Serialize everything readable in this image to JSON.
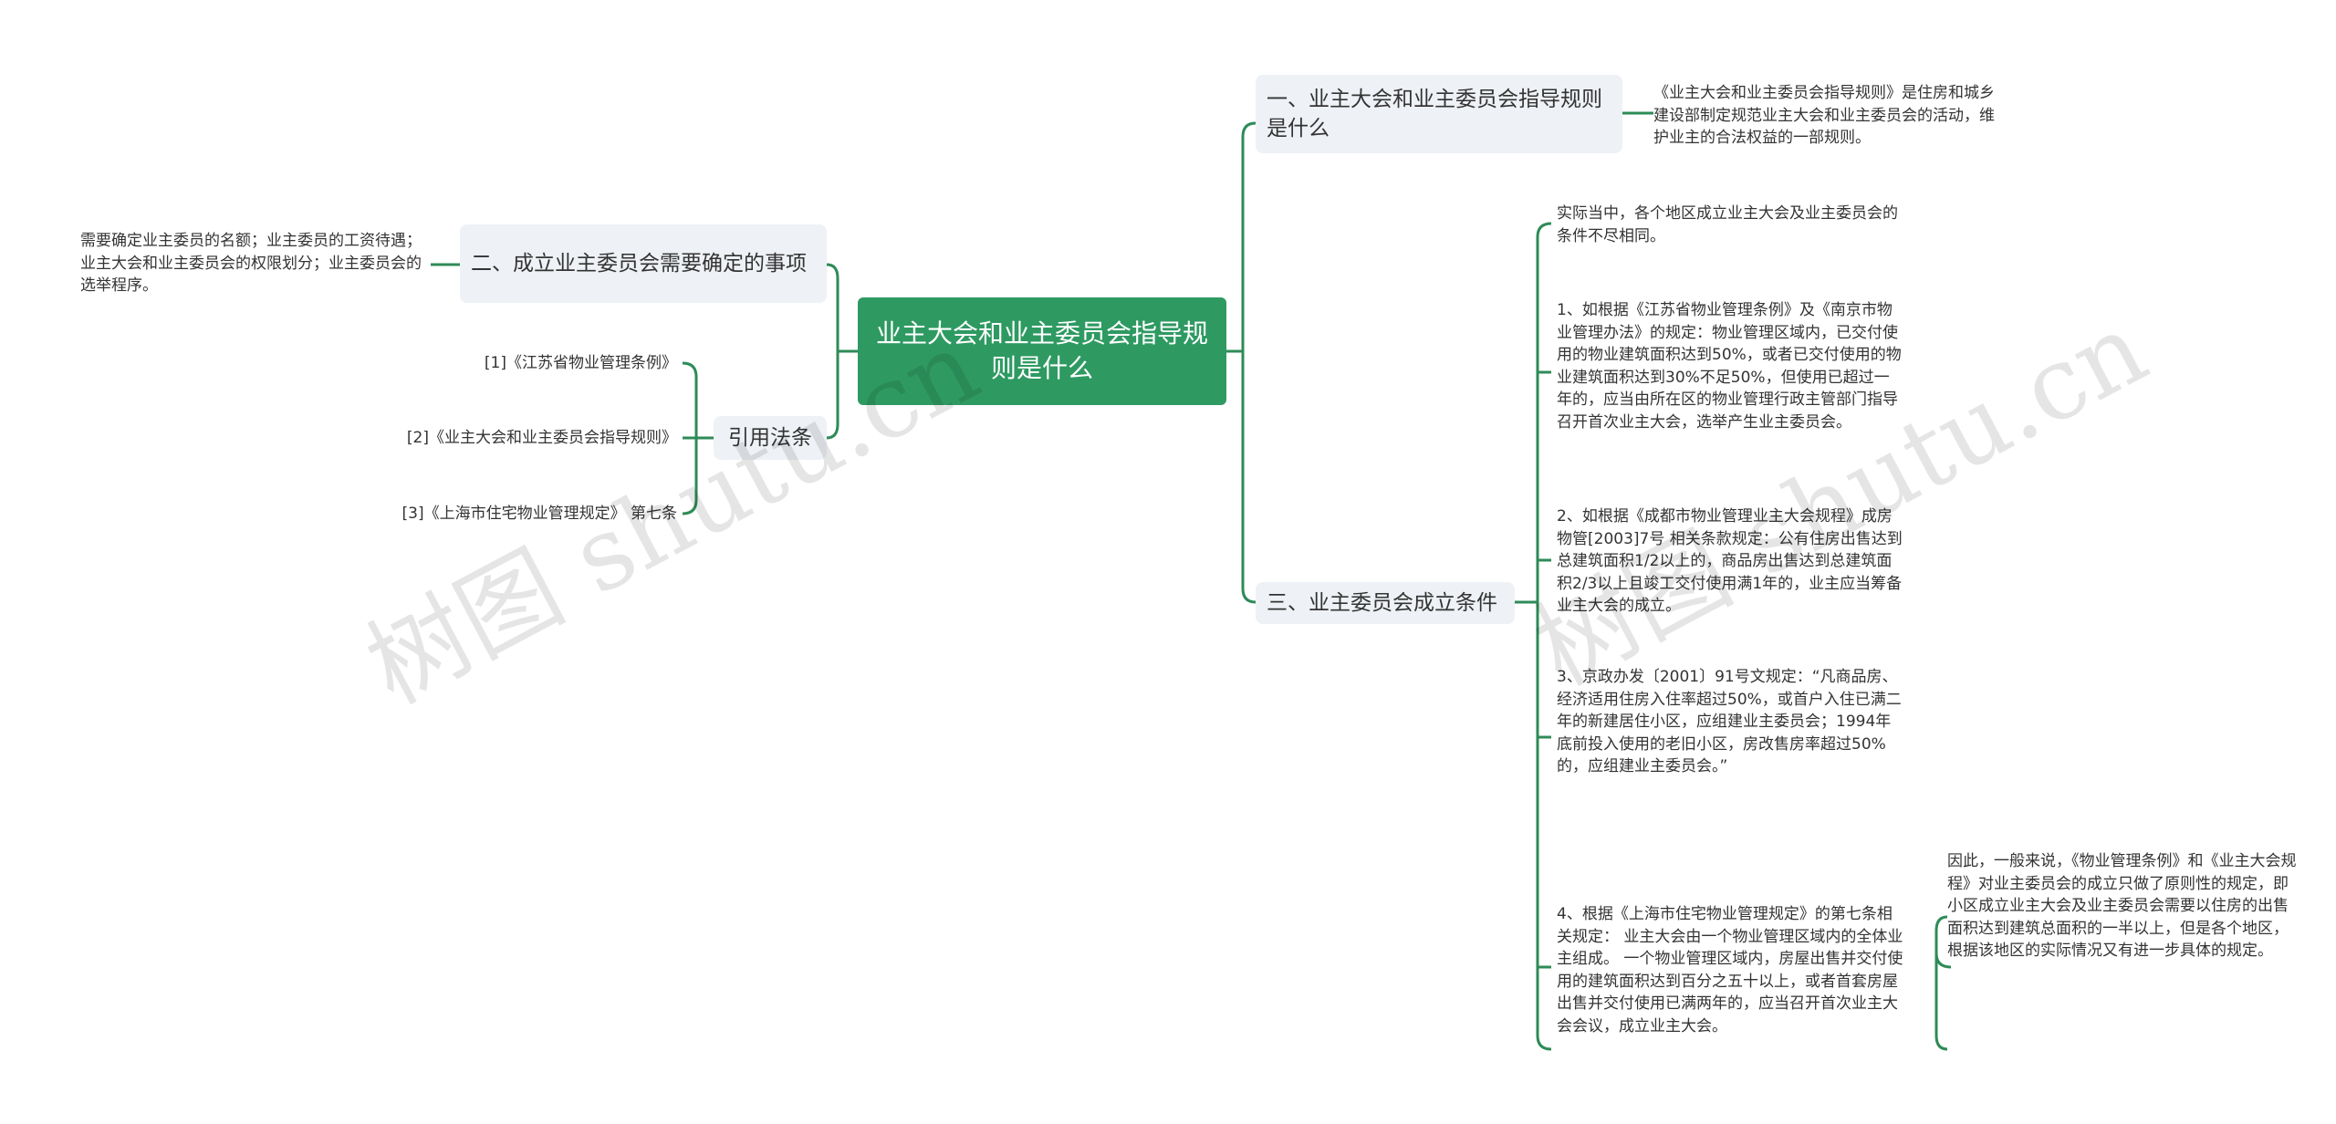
{
  "root": {
    "label": "业主大会和业主委员会指导规则是什么"
  },
  "left": {
    "branch_two": {
      "label": "二、成立业主委员会需要确定的事项",
      "detail": "需要确定业主委员的名额；业主委员的工资待遇；业主大会和业主委员会的权限划分；业主委员会的选举程序。"
    },
    "references": {
      "label": "引用法条",
      "items": [
        "[1]《江苏省物业管理条例》",
        "[2]《业主大会和业主委员会指导规则》",
        "[3]《上海市住宅物业管理规定》 第七条"
      ]
    }
  },
  "right": {
    "branch_one": {
      "label": "一、业主大会和业主委员会指导规则是什么",
      "detail": "《业主大会和业主委员会指导规则》是住房和城乡建设部制定规范业主大会和业主委员会的活动，维护业主的合法权益的一部规则。"
    },
    "branch_three": {
      "label": "三、业主委员会成立条件",
      "items": [
        "实际当中，各个地区成立业主大会及业主委员会的条件不尽相同。",
        "1、如根据《江苏省物业管理条例》及《南京市物业管理办法》的规定：物业管理区域内，已交付使用的物业建筑面积达到50%，或者已交付使用的物业建筑面积达到30%不足50%，但使用已超过一年的，应当由所在区的物业管理行政主管部门指导召开首次业主大会，选举产生业主委员会。",
        "2、如根据《成都市物业管理业主大会规程》成房物管[2003]7号 相关条款规定：公有住房出售达到总建筑面积1/2以上的，商品房出售达到总建筑面积2/3以上且竣工交付使用满1年的，业主应当筹备业主大会的成立。",
        "3、京政办发〔2001〕91号文规定：“凡商品房、经济适用住房入住率超过50%，或首户入住已满二年的新建居住小区，应组建业主委员会；1994年底前投入使用的老旧小区，房改售房率超过50%的，应组建业主委员会。”",
        "4、根据《上海市住宅物业管理规定》的第七条相关规定： 业主大会由一个物业管理区域内的全体业主组成。 一个物业管理区域内，房屋出售并交付使用的建筑面积达到百分之五十以上，或者首套房屋出售并交付使用已满两年的，应当召开首次业主大会会议，成立业主大会。"
      ],
      "conclusion": "因此，一般来说，《物业管理条例》和《业主大会规程》对业主委员会的成立只做了原则性的规定，即小区成立业主大会及业主委员会需要以住房的出售面积达到建筑总面积的一半以上，但是各个地区，根据该地区的实际情况又有进一步具体的规定。"
    }
  },
  "watermarks": [
    "树图 shutu.cn",
    "树图 shutu.cn"
  ],
  "colors": {
    "accent": "#2e9a62",
    "line": "#2e8b57",
    "branch_bg": "#eef1f5"
  }
}
